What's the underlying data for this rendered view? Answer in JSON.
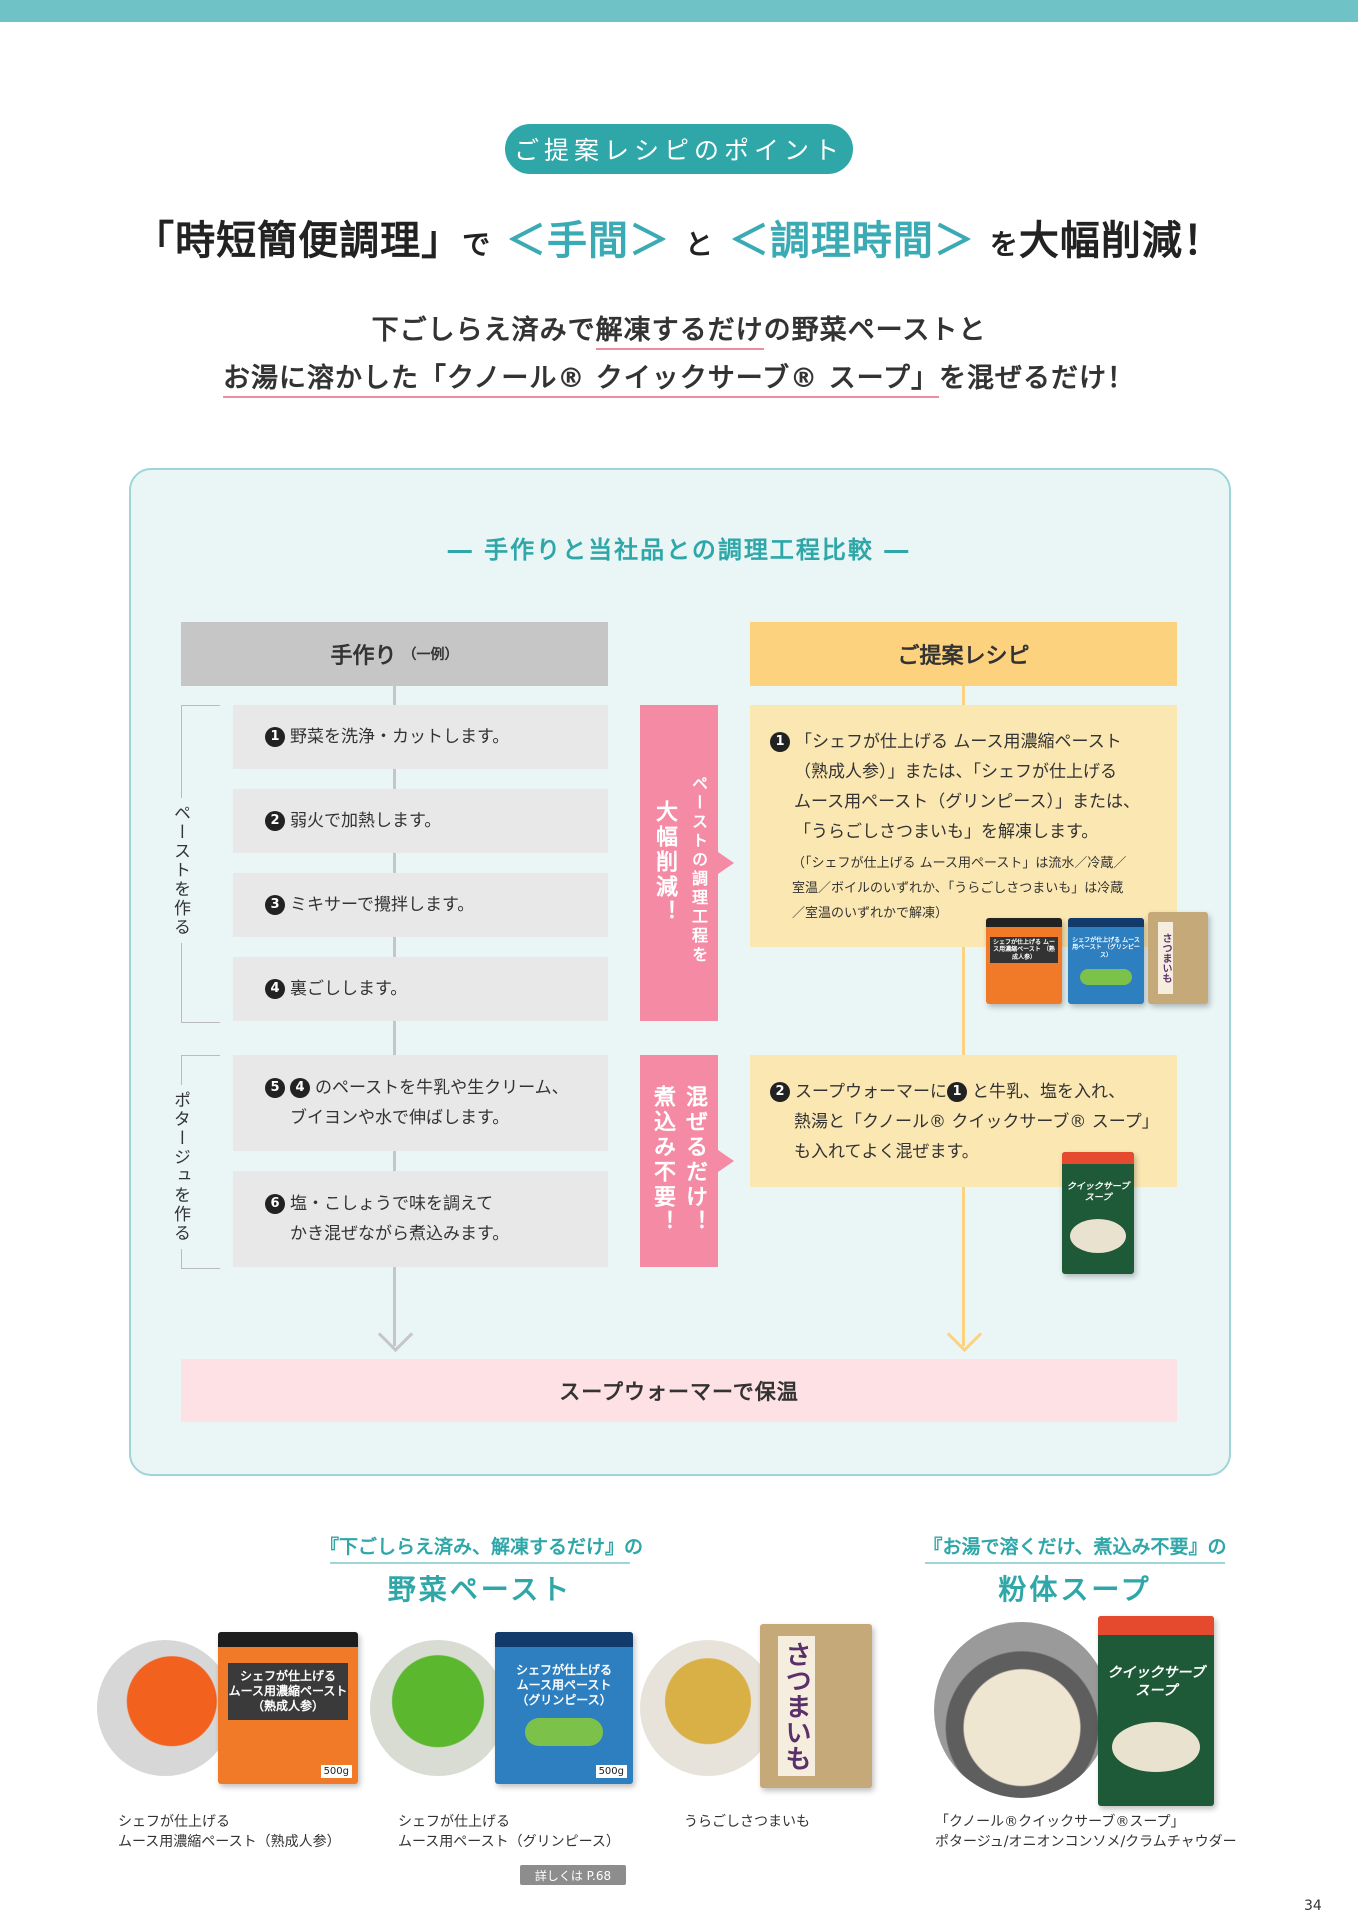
{
  "header": {
    "pill": "ご提案レシピのポイント",
    "headline": {
      "part1": "「時短簡便調理」",
      "de": "で",
      "hl1": "＜手間＞",
      "to": "と",
      "hl2": "＜調理時間＞",
      "wo": "を",
      "tail": "大幅削減！"
    },
    "sub1_pre": "下ごしらえ済みで",
    "sub1_ul": "解凍するだけ",
    "sub1_post": "の野菜ペーストと",
    "sub2_ul": "お湯に溶かした「クノール® クイックサーブ® スープ」",
    "sub2_post": "を混ぜるだけ！"
  },
  "comparison": {
    "title": "― 手作りと当社品との調理工程比較 ―",
    "left_header": "手作り",
    "left_header_note": "（一例）",
    "right_header": "ご提案レシピ",
    "bracket_paste": "ペーストを作る",
    "bracket_potage": "ポタージュを作る",
    "steps": [
      {
        "num": "1",
        "text": "野菜を洗浄・カットします。"
      },
      {
        "num": "2",
        "text": "弱火で加熱します。"
      },
      {
        "num": "3",
        "text": "ミキサーで攪拌します。"
      },
      {
        "num": "4",
        "text": "裏ごしします。"
      },
      {
        "num": "5",
        "ref": "4",
        "line1": "のペーストを牛乳や生クリーム、",
        "line2": "ブイヨンや水で伸ばします。"
      },
      {
        "num": "6",
        "line1": "塩・こしょうで味を調えて",
        "line2": "かき混ぜながら煮込みます。"
      }
    ],
    "pink1": {
      "col1": "ペーストの調理工程を",
      "col2": "大幅削減！"
    },
    "pink2": {
      "col1": "混ぜるだけ！",
      "col2": "煮込み不要！"
    },
    "recipe1": {
      "num": "1",
      "line1": "「シェフが仕上げる ムース用濃縮ペースト",
      "line2": "（熟成人参）」または、「シェフが仕上げる",
      "line3": "ムース用ペースト（グリンピース）」または、",
      "line4": "「うらごしさつまいも」を解凍します。",
      "note1": "（「シェフが仕上げる ムース用ペースト」は流水／冷蔵／",
      "note2": "室温／ボイルのいずれか、「うらごしさつまいも」は冷蔵",
      "note3": "／室温のいずれかで解凍）"
    },
    "recipe2": {
      "num": "2",
      "ref": "1",
      "line1_pre": "スープウォーマーに",
      "line1_post": "と牛乳、塩を入れ、",
      "line2": "熱湯と「クノール® クイックサーブ® スープ」",
      "line3": "も入れてよく混ぜます。"
    },
    "bottom": "スープウォーマーで保温"
  },
  "products_section": {
    "paste_small": "『下ごしらえ済み、解凍するだけ』の",
    "paste_big": "野菜ペースト",
    "soup_small": "『お湯で溶くだけ、煮込み不要』の",
    "soup_big": "粉体スープ",
    "pack1_label": "シェフが仕上げる\nムース用濃縮ペースト\n（熟成人参）",
    "pack2_label": "シェフが仕上げる\nムース用ペースト\n（グリンピース）",
    "pack3_label": "さつまいも",
    "pack4_label": "クイックサーブ\nスープ",
    "weight": "500g",
    "cap1a": "シェフが仕上げる",
    "cap1b": "ムース用濃縮ペースト（熟成人参）",
    "cap2a": "シェフが仕上げる",
    "cap2b": "ムース用ペースト（グリンピース）",
    "cap3": "うらごしさつまいも",
    "cap4a": "「クノール®クイックサーブ®スープ」",
    "cap4b": "ポタージュ/オニオンコンソメ/クラムチャウダー",
    "more": "詳しくは P.68",
    "page": "34"
  },
  "colors": {
    "teal": "#2fa7a9",
    "pink": "#f48aa3",
    "yellow": "#fcd27f",
    "gray": "#c6c6c6"
  }
}
